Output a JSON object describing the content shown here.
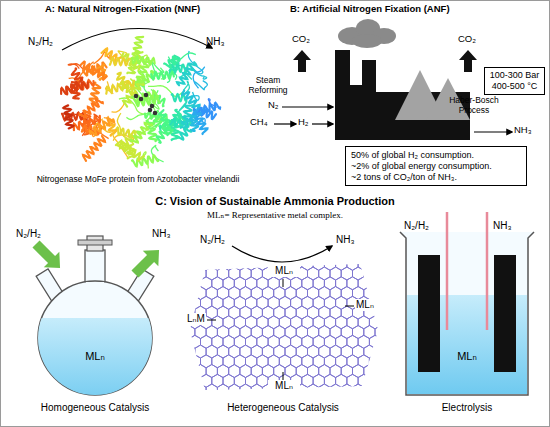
{
  "diagram": {
    "nodes": [
      {
        "text": [
          "100-300 Bar 400-500 °C"
        ]
      },
      {
        "text": [
          "50% of global H₂ consumption.",
          "~2% of global energy consumption.",
          "~2 tons of CO₂/ton of NH₃."
        ]
      }
    ],
    "labels": [
      "A: Natural Nitrogen-Fixation (NNF)",
      "N₂/H₂",
      "NH₃",
      "Nitrogenase MoFe protein from Azotobacter vinelandii",
      "B: Artificial Nitrogen Fixation (ANF)",
      "CO₂",
      "Steam Reforming",
      "N₂",
      "CH₄",
      "H₂",
      "CO₂",
      "Haber-Bosch Process",
      "NH₃",
      "C: Vision of Sustainable Ammonia Production",
      "MLₙ= Representative metal complex.",
      "N₂/H₂",
      "NH₃",
      "MLₙ",
      "Homogeneous Catalysis",
      "N₂/H₂",
      "NH₃",
      "MLₙ",
      "LₙM",
      "MLₙ",
      "MLₙ",
      "Heterogeneous Catalysis",
      "N₂/H₂",
      "NH₃",
      "MLₙ",
      "Electrolysis"
    ]
  }
}
